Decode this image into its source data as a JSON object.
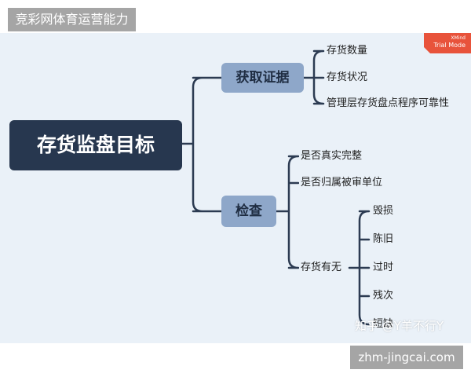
{
  "header": {
    "site_name": "竞彩网体育运营能力"
  },
  "trial_banner": {
    "brand": "XMind",
    "mode": "Trial Mode",
    "color": "#e8533b"
  },
  "mindmap": {
    "root": "存货监盘目标",
    "branches": [
      {
        "label": "获取证据",
        "children": [
          "存货数量",
          "存货状况",
          "管理层存货盘点程序可靠性"
        ]
      },
      {
        "label": "检查",
        "children": [
          "是否真实完整",
          "是否归属被审单位",
          "存货有无"
        ]
      }
    ],
    "existence_children": [
      "毁损",
      "陈旧",
      "过时",
      "残次",
      "短缺"
    ]
  },
  "watermark": {
    "text": "知乎 @Y羊不行Y"
  },
  "footer": {
    "domain": "zhm-jingcai.com"
  },
  "colors": {
    "root_fill": "#27374f",
    "branch_fill": "#8ea7c9",
    "connector": "#2c3b52",
    "canvas": "#eaf1f8"
  }
}
